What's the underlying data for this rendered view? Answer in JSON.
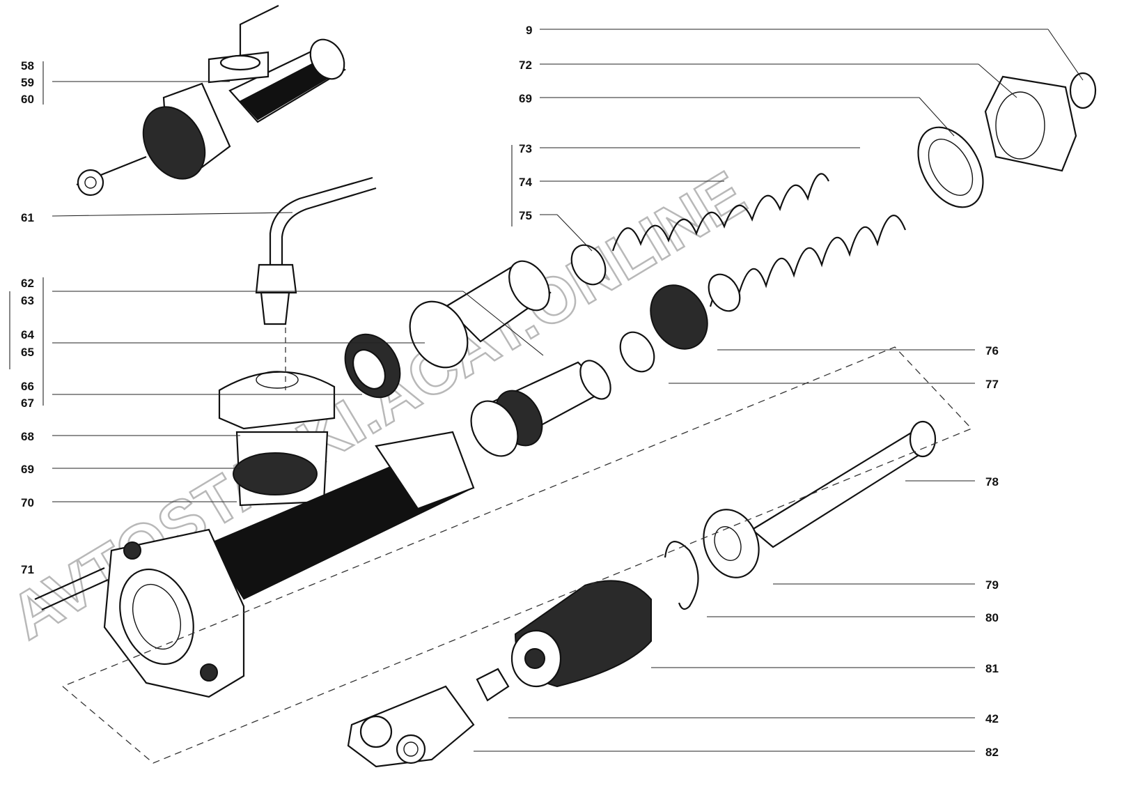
{
  "callouts": {
    "left": [
      "58",
      "59",
      "60",
      "61",
      "62",
      "63",
      "64",
      "65",
      "66",
      "67",
      "68",
      "69",
      "70",
      "71"
    ],
    "top_right": [
      "9",
      "72",
      "69",
      "73",
      "74",
      "75"
    ],
    "right": [
      "76",
      "77",
      "78",
      "79",
      "80",
      "81",
      "42",
      "82"
    ]
  },
  "watermark": {
    "lines": [
      "AVTOSTAZKI.ACAT.ONLINE"
    ]
  }
}
